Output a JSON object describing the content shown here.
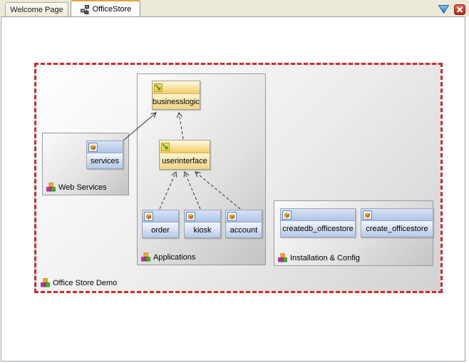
{
  "tab_bar": {
    "tabs": [
      {
        "label": "Welcome Page",
        "active": false
      },
      {
        "label": "OfficeStore",
        "active": true,
        "icon": "diagram-icon"
      }
    ],
    "controls": [
      {
        "name": "tab-list-dropdown",
        "icon": "triangle-down-icon"
      },
      {
        "name": "close-tab",
        "icon": "close-icon"
      }
    ]
  },
  "diagram": {
    "root_label": "Office Store Demo",
    "root_icon": "cubes-icon",
    "groups": [
      {
        "label": "Web Services",
        "icon": "cubes-icon"
      },
      {
        "label": "Applications",
        "icon": "cubes-icon"
      },
      {
        "label": "Installation & Config",
        "icon": "cubes-icon"
      }
    ],
    "components": [
      {
        "label": "businesslogic",
        "style": "yellow",
        "icon": "ant-script-icon",
        "group": "Applications"
      },
      {
        "label": "userinterface",
        "style": "yellow",
        "icon": "ant-script-icon",
        "group": "Applications"
      },
      {
        "label": "services",
        "style": "blue",
        "icon": "cube-icon",
        "group": "Web Services"
      },
      {
        "label": "order",
        "style": "blue",
        "icon": "cube-icon",
        "group": "Applications"
      },
      {
        "label": "kiosk",
        "style": "blue",
        "icon": "cube-icon",
        "group": "Applications"
      },
      {
        "label": "account",
        "style": "blue",
        "icon": "cube-icon",
        "group": "Applications"
      },
      {
        "label": "createdb_officestore",
        "style": "blue",
        "icon": "cube-icon",
        "group": "Installation & Config"
      },
      {
        "label": "create_officestore",
        "style": "blue",
        "icon": "cube-icon",
        "group": "Installation & Config"
      }
    ],
    "connections": [
      {
        "from": "services",
        "to": "businesslogic",
        "line": "solid",
        "arrowhead": "open"
      },
      {
        "from": "userinterface",
        "to": "businesslogic",
        "line": "dashed",
        "arrowhead": "open"
      },
      {
        "from": "order",
        "to": "userinterface",
        "line": "dashed",
        "arrowhead": "open"
      },
      {
        "from": "kiosk",
        "to": "userinterface",
        "line": "dashed",
        "arrowhead": "open"
      },
      {
        "from": "account",
        "to": "userinterface",
        "line": "dashed",
        "arrowhead": "open"
      }
    ]
  },
  "colors": {
    "tab_strip_bg": "#ECE9D8",
    "active_tab_accent": "#E8A33D",
    "root_border": "#D42A2A",
    "yellow_component": "#F3CD66",
    "blue_component": "#B3C6E8",
    "group_border": "#9A9A9A",
    "close_button": "#D6382E",
    "dropdown_triangle": "#2E86C8"
  }
}
